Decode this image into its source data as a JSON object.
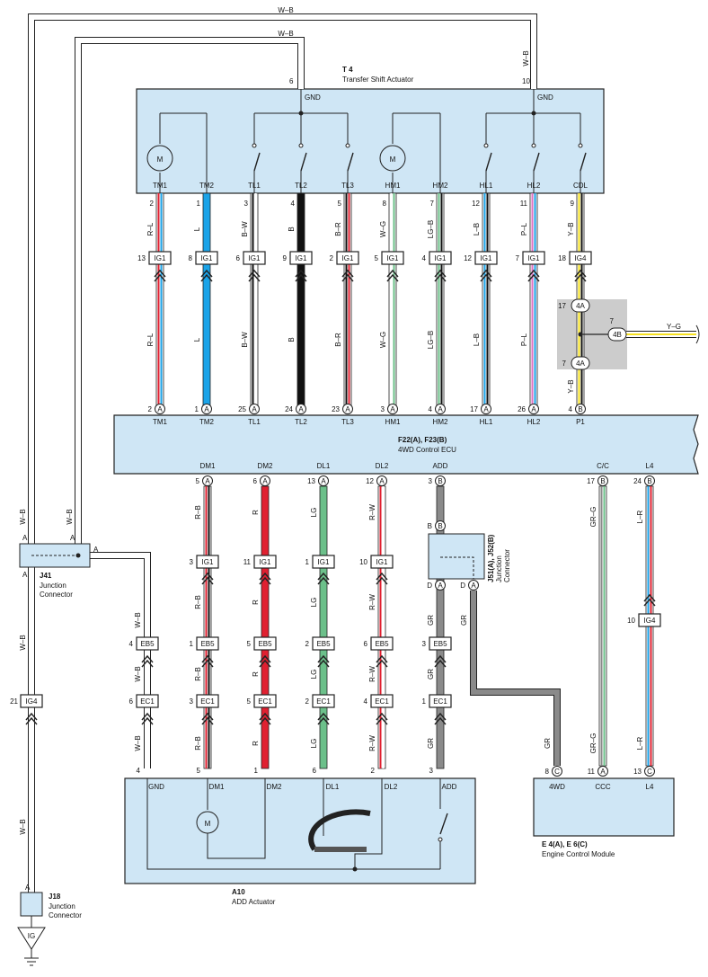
{
  "t4": {
    "code": "T 4",
    "name": "Transfer Shift Actuator",
    "gnd_left": "GND",
    "gnd_right": "GND",
    "pin_gnd_left": "6",
    "pin_gnd_right": "10",
    "terminals": [
      {
        "label": "TM1",
        "pin": "2",
        "wire": "R–L",
        "ig1pin": "13",
        "ecupin": "2"
      },
      {
        "label": "TM2",
        "pin": "1",
        "wire": "L",
        "ig1pin": "8",
        "ecupin": "1"
      },
      {
        "label": "TL1",
        "pin": "3",
        "wire": "B–W",
        "ig1pin": "6",
        "ecupin": "25"
      },
      {
        "label": "TL2",
        "pin": "4",
        "wire": "B",
        "ig1pin": "9",
        "ecupin": "24"
      },
      {
        "label": "TL3",
        "pin": "5",
        "wire": "B–R",
        "ig1pin": "2",
        "ecupin": "23"
      },
      {
        "label": "HM1",
        "pin": "8",
        "wire": "W–G",
        "ig1pin": "5",
        "ecupin": "3"
      },
      {
        "label": "HM2",
        "pin": "7",
        "wire": "LG–B",
        "ig1pin": "4",
        "ecupin": "4"
      },
      {
        "label": "HL1",
        "pin": "12",
        "wire": "L–B",
        "ig1pin": "12",
        "ecupin": "17"
      },
      {
        "label": "HL2",
        "pin": "11",
        "wire": "P–L",
        "ig1pin": "7",
        "ecupin": "26"
      },
      {
        "label": "CDL",
        "pin": "9",
        "wire": "Y–B",
        "ig1pin": "18",
        "ecupin": "4"
      }
    ]
  },
  "connectors": {
    "ig1": "IG1",
    "ig4": "IG4",
    "eb5": "EB5",
    "ec1": "EC1",
    "a": "A",
    "b": "B",
    "c": "C",
    "d": "D",
    "j4a": "4A",
    "j4b": "4B",
    "ig_ground": "IG"
  },
  "ecu": {
    "code": "F22(A), F23(B)",
    "name": "4WD Control ECU",
    "top_labels": [
      "TM1",
      "TM2",
      "TL1",
      "TL2",
      "TL3",
      "HM1",
      "HM2",
      "HL1",
      "HL2",
      "P1"
    ],
    "bottom_labels": [
      "DM1",
      "DM2",
      "DL1",
      "DL2",
      "ADD",
      "C/C",
      "L4"
    ]
  },
  "p1": {
    "pin_17": "17",
    "pin_7a": "7",
    "pin_7b": "7",
    "wire_yg": "Y–G",
    "wire_yb": "Y–B"
  },
  "lower": [
    {
      "label": "DM1",
      "ecupin": "5",
      "conn": "A",
      "wire": "R–B",
      "ig1pin": "3",
      "eb5pin": "1",
      "ec1pin": "3",
      "actpin": "5"
    },
    {
      "label": "DM2",
      "ecupin": "6",
      "conn": "A",
      "wire": "R",
      "ig1pin": "11",
      "eb5pin": "5",
      "ec1pin": "5",
      "actpin": "1"
    },
    {
      "label": "DL1",
      "ecupin": "13",
      "conn": "A",
      "wire": "LG",
      "ig1pin": "1",
      "eb5pin": "2",
      "ec1pin": "2",
      "actpin": "6"
    },
    {
      "label": "DL2",
      "ecupin": "12",
      "conn": "A",
      "wire": "R–W",
      "ig1pin": "10",
      "eb5pin": "6",
      "ec1pin": "4",
      "actpin": "2"
    },
    {
      "label": "ADD",
      "ecupin": "3",
      "conn": "B",
      "wire": "GR",
      "eb5pin": "3",
      "ec1pin": "1",
      "actpin": "3"
    }
  ],
  "gnd_line": {
    "wire": "W–B",
    "eb5pin": "4",
    "ec1pin": "6",
    "actpin": "4"
  },
  "cc": {
    "ecupin": "17",
    "wire": "GR–G",
    "ecmpin": "11"
  },
  "l4": {
    "ecupin": "24",
    "wire": "L–R",
    "ig4pin": "10",
    "ecmpin": "13"
  },
  "j51": {
    "code": "J51(A), J52(B)",
    "name1": "Junction",
    "name2": "Connector",
    "wire_gr": "GR",
    "ecm_4wd_pin": "8"
  },
  "j41": {
    "code": "J41",
    "name1": "Junction",
    "name2": "Connector",
    "wire": "W–B",
    "ig4pin": "21"
  },
  "j18": {
    "code": "J18",
    "name1": "Junction",
    "name2": "Connector"
  },
  "a10": {
    "code": "A10",
    "name": "ADD Actuator",
    "terms": [
      "GND",
      "DM1",
      "DM2",
      "DL1",
      "DL2",
      "ADD"
    ]
  },
  "ecm": {
    "code": "E 4(A), E 6(C)",
    "name": "Engine Control Module",
    "terms": [
      "4WD",
      "CCC",
      "L4"
    ]
  },
  "motor": "M",
  "colors": {
    "box": "#cfe6f5",
    "red": "#e02030",
    "blue": "#1aa3e8",
    "black": "#111111",
    "green": "#6cc08a",
    "yellow": "#f5e020",
    "gray": "#8a8a8a",
    "pink": "#e070c0",
    "junction_bg": "#cccccc"
  }
}
